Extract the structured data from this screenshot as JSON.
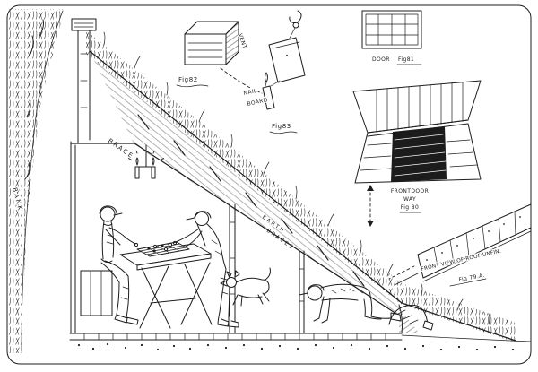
{
  "figure": {
    "ink_color": "#1d1d1d",
    "paper_color": "#ffffff",
    "labels": {
      "bank": "BANK",
      "brace": "BRACE",
      "earth": "EARTH",
      "braces": "BRACES",
      "vent": "VENT",
      "fig82": "Fig82",
      "nail": "NAIL",
      "board": "BOARD",
      "fig83": "Fig83",
      "door": "DOOR",
      "fig81": "Fig81",
      "front_door_line1": "FRONTDOOR",
      "front_door_line2": "WAY",
      "fig80": "Fig 80",
      "roof_view": "FRONT VIEW OF ROOF UNFIN.",
      "fig79a": "Fig 79.A."
    }
  }
}
